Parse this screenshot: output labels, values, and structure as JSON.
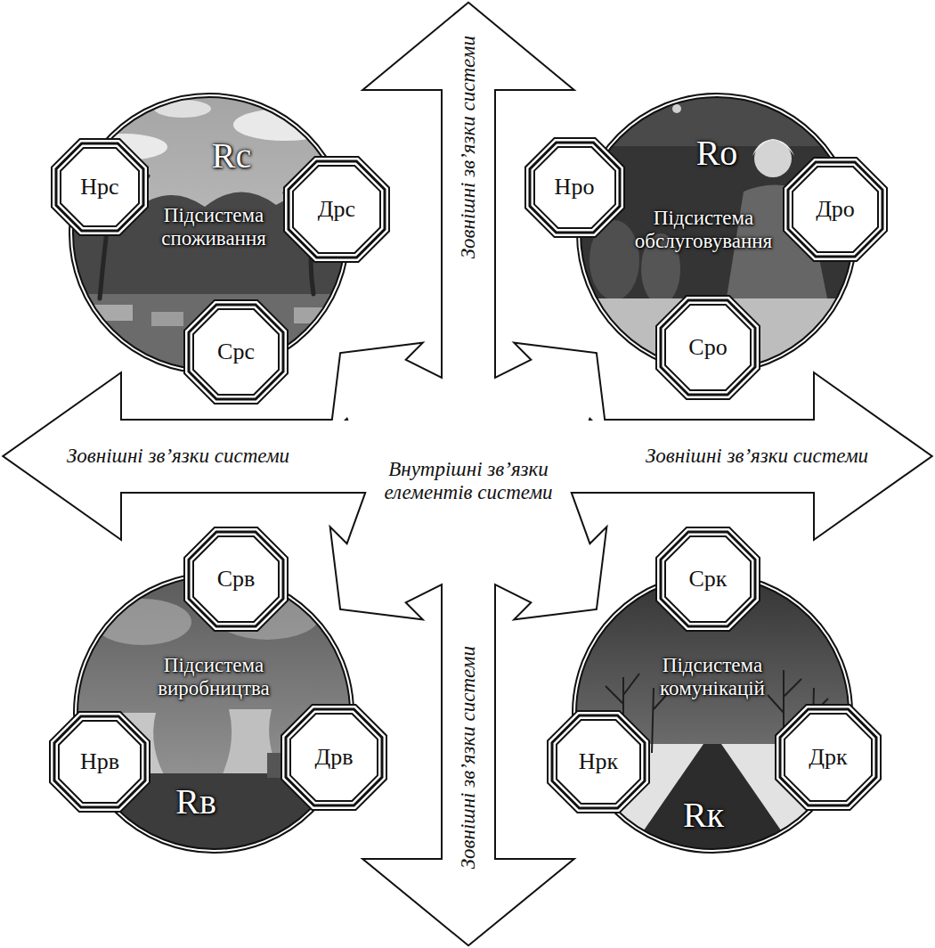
{
  "diagram": {
    "nodes": [
      {
        "text": [
          "Rс",
          "Підсистема споживання"
        ]
      },
      {
        "text": [
          "Нрс"
        ]
      },
      {
        "text": [
          "Дрс"
        ]
      },
      {
        "text": [
          "Срс"
        ]
      },
      {
        "text": [
          "Rо",
          "Підсистема обслуговування"
        ]
      },
      {
        "text": [
          "Нро"
        ]
      },
      {
        "text": [
          "Дро"
        ]
      },
      {
        "text": [
          "Сро"
        ]
      },
      {
        "text": [
          "Підсистема виробництва",
          "Rв"
        ]
      },
      {
        "text": [
          "Срв"
        ]
      },
      {
        "text": [
          "Нрв"
        ]
      },
      {
        "text": [
          "Дрв"
        ]
      },
      {
        "text": [
          "Підсистема комунікацій",
          "Rк"
        ]
      },
      {
        "text": [
          "Срк"
        ]
      },
      {
        "text": [
          "Нрк"
        ]
      },
      {
        "text": [
          "Дрк"
        ]
      }
    ],
    "labels": [
      "Зовнішні зв’язки системи",
      "Зовнішні зв’язки системи",
      "Внутрішні зв’язки елементів системи",
      "Зовнішні зв’язки системи",
      "Зовнішні зв’язки системи"
    ]
  }
}
